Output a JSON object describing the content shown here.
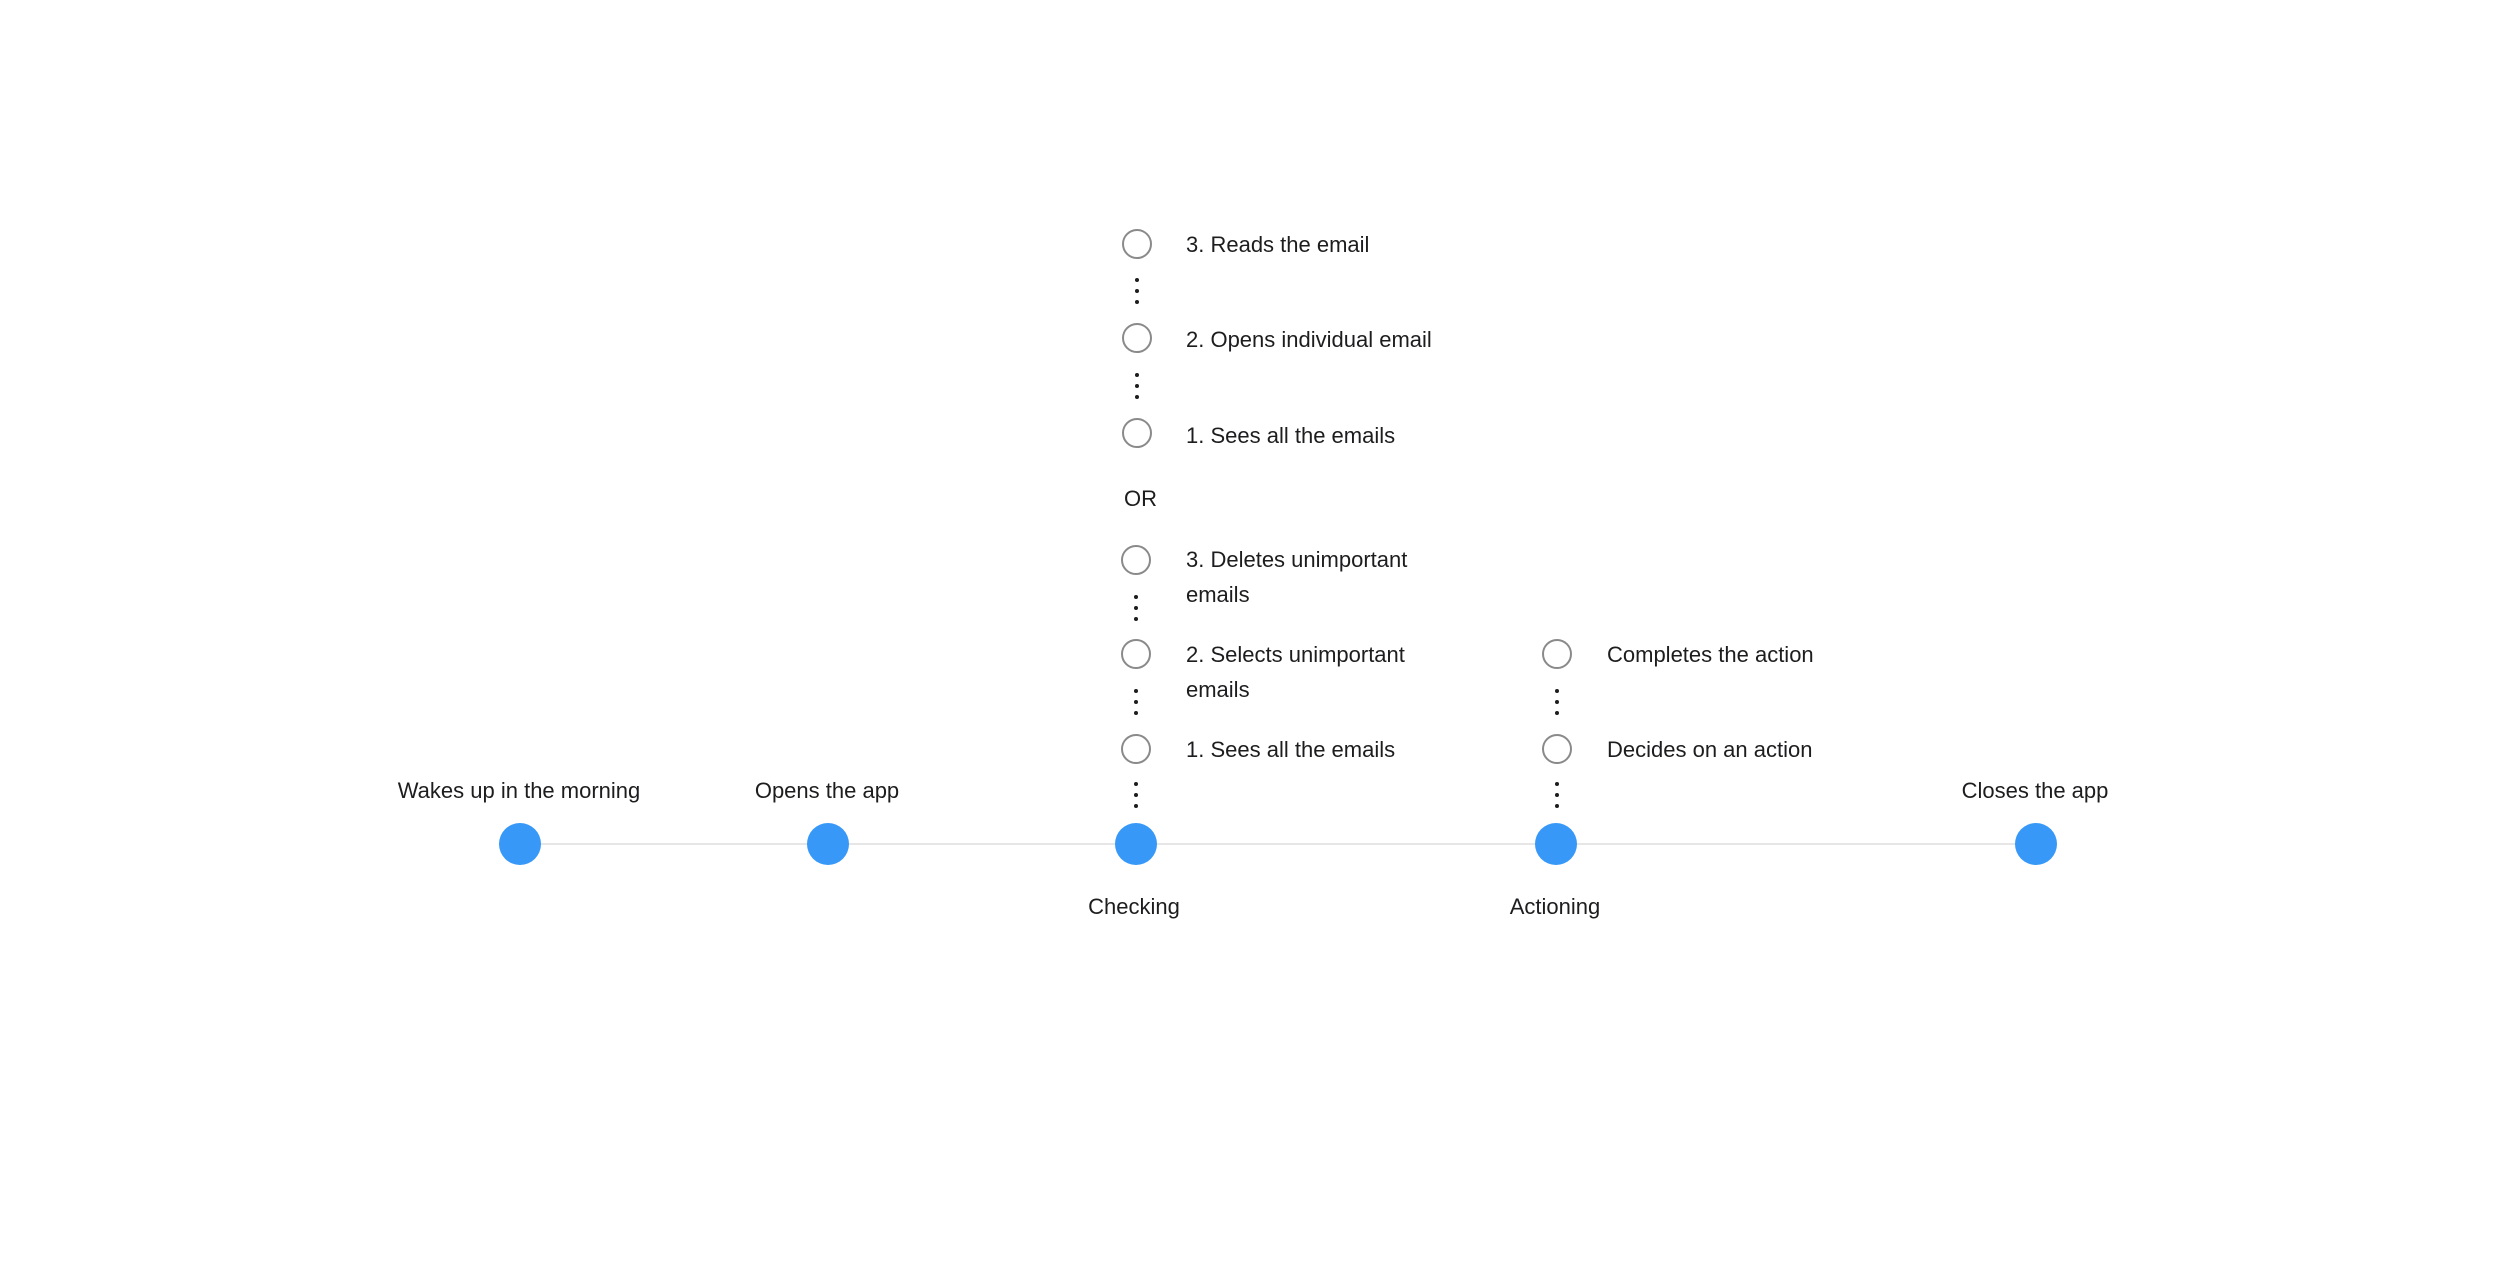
{
  "timeline": {
    "stages": [
      {
        "label": "Wakes up in the morning"
      },
      {
        "label": "Opens the app"
      },
      {
        "label": "Checking"
      },
      {
        "label": "Actioning"
      },
      {
        "label": "Closes the app"
      }
    ]
  },
  "checking_steps": {
    "upper": [
      {
        "label": "3. Reads the email"
      },
      {
        "label": "2. Opens individual email"
      },
      {
        "label": "1. Sees all the emails"
      }
    ],
    "separator": "OR",
    "lower": [
      {
        "label": "3. Deletes unimportant emails"
      },
      {
        "label": "2. Selects unimportant emails"
      },
      {
        "label": "1. Sees all the emails"
      }
    ]
  },
  "actioning_steps": [
    {
      "label": "Completes the action"
    },
    {
      "label": "Decides on an action"
    }
  ],
  "colors": {
    "stage_dot": "#3798f7",
    "timeline_line": "#e6e6e6",
    "step_ring": "#8a8a8a",
    "text": "#1d1d1f"
  }
}
